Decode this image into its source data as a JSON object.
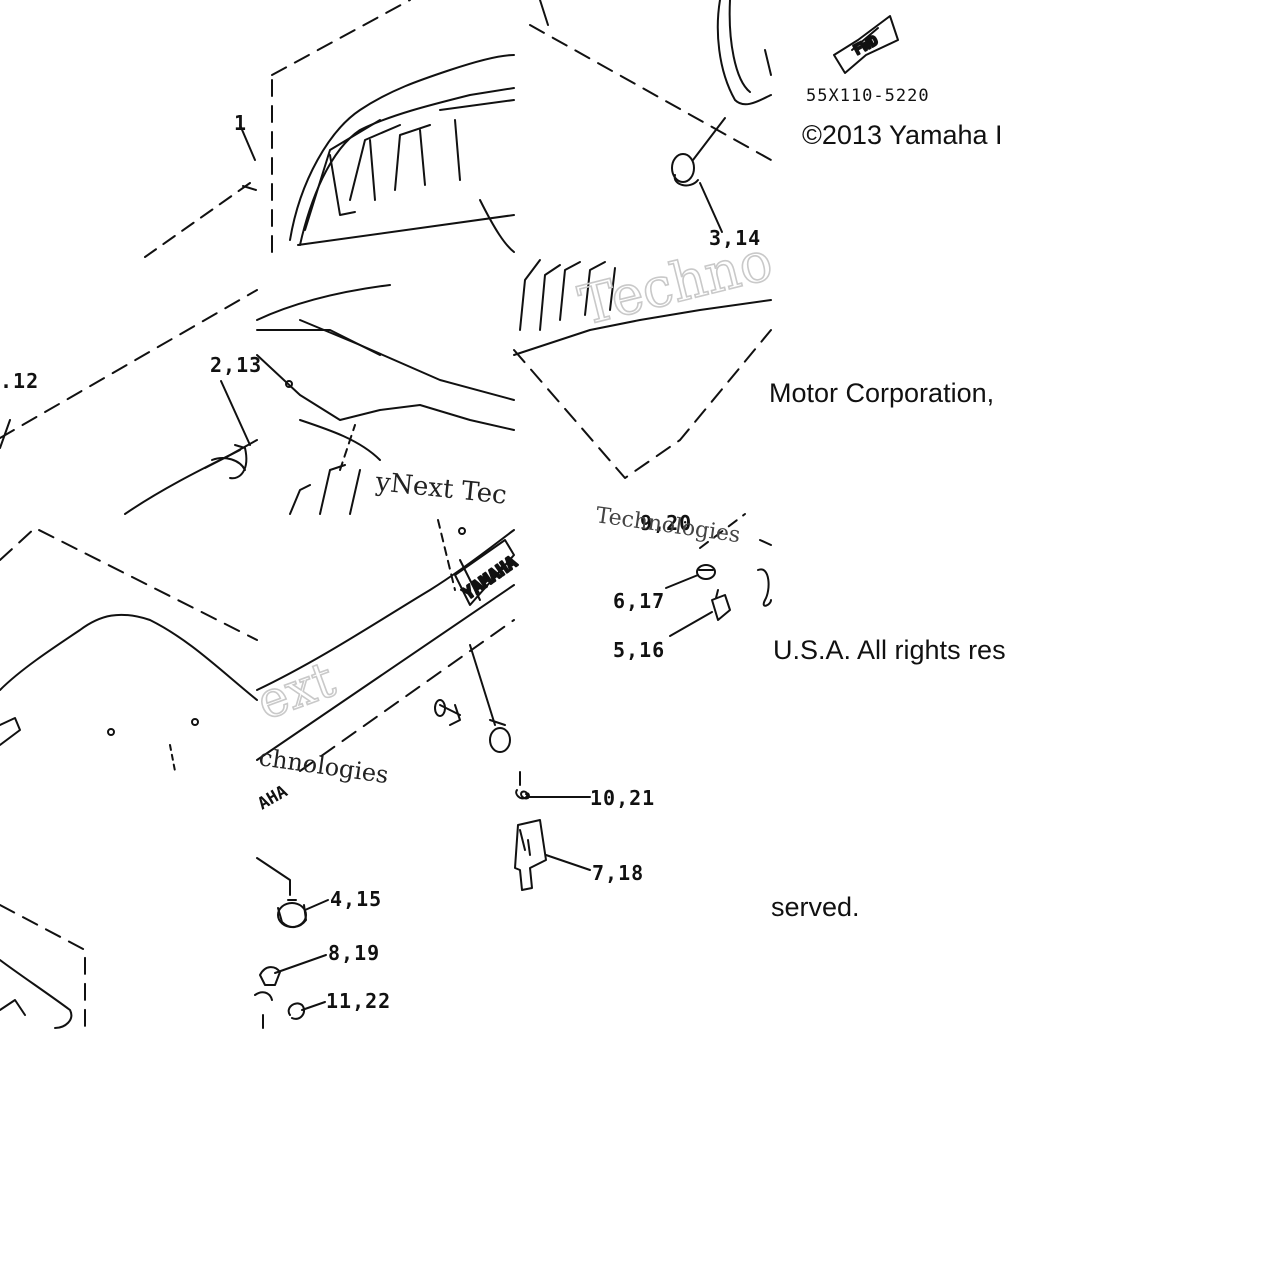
{
  "diagram": {
    "drawing_number": "55X110-5220",
    "fwd_label": "FWD",
    "callouts": {
      "c1": "1",
      "c2_13": "2,13",
      "c3_14": "3,14",
      "c4_15": "4,15",
      "c5_16": "5,16",
      "c6_17": "6,17",
      "c7_18": "7,18",
      "c8_19": "8,19",
      "c9_20": "9,20",
      "c10_21": "10,21",
      "c11_22": "11,22",
      "c12": ".12"
    },
    "badge_text": "YAMAHA",
    "badge_text_lower": "AHA",
    "watermark": {
      "line1": "Techno",
      "line2": "yNext Tec",
      "line3": "ext",
      "line4": "chnologies",
      "line5": "Technologies"
    }
  },
  "copyright": {
    "fragment1": "©2013 Yamaha I",
    "fragment2": "Motor Corporation,",
    "fragment3": "U.S.A. All rights res",
    "fragment4": "served."
  }
}
